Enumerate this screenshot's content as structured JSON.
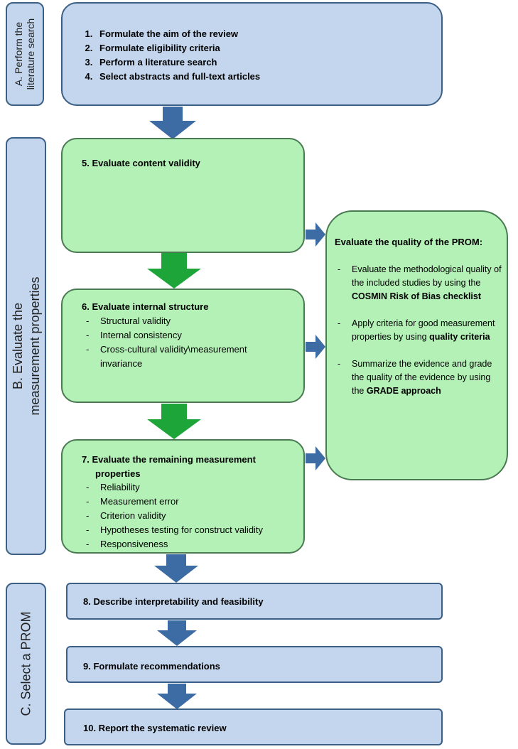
{
  "phases": {
    "a": {
      "line1": "A. Perform the",
      "line2": "literature search"
    },
    "b": {
      "line1": "B. Evaluate the",
      "line2": "measurement properties"
    },
    "c": {
      "line1": "C. Select a PROM"
    }
  },
  "box_a": {
    "items": [
      "Formulate the aim of the review",
      "Formulate eligibility criteria",
      "Perform a literature search",
      "Select abstracts and full-text articles"
    ]
  },
  "box5": {
    "title": "5. Evaluate content validity"
  },
  "box6": {
    "title": "6. Evaluate internal structure",
    "items": [
      "Structural validity",
      "Internal consistency",
      "Cross-cultural validity\\measurement invariance"
    ]
  },
  "box7": {
    "title": "7. Evaluate the remaining measurement properties",
    "items": [
      "Reliability",
      "Measurement error",
      "Criterion validity",
      "Hypotheses testing for construct validity",
      "Responsiveness"
    ]
  },
  "quality": {
    "title": "Evaluate the quality of the PROM:",
    "item1_pre": "Evaluate the methodological quality of the included studies by using the ",
    "item1_bold": "COSMIN Risk of Bias checklist",
    "item2_pre": "Apply criteria for good measurement properties by using ",
    "item2_bold": "quality criteria",
    "item3_pre": "Summarize the evidence and grade the quality of the evidence by using the ",
    "item3_bold": "GRADE approach"
  },
  "box8": {
    "title": "8. Describe interpretability and feasibility"
  },
  "box9": {
    "title": "9. Formulate recommendations"
  },
  "box10": {
    "title": "10. Report the systematic review"
  },
  "colors": {
    "blue_fill": "#c3d6ee",
    "green_fill": "#b3f1b6",
    "blue_arrow": "#3d6ba3",
    "green_arrow": "#1ea53a"
  }
}
